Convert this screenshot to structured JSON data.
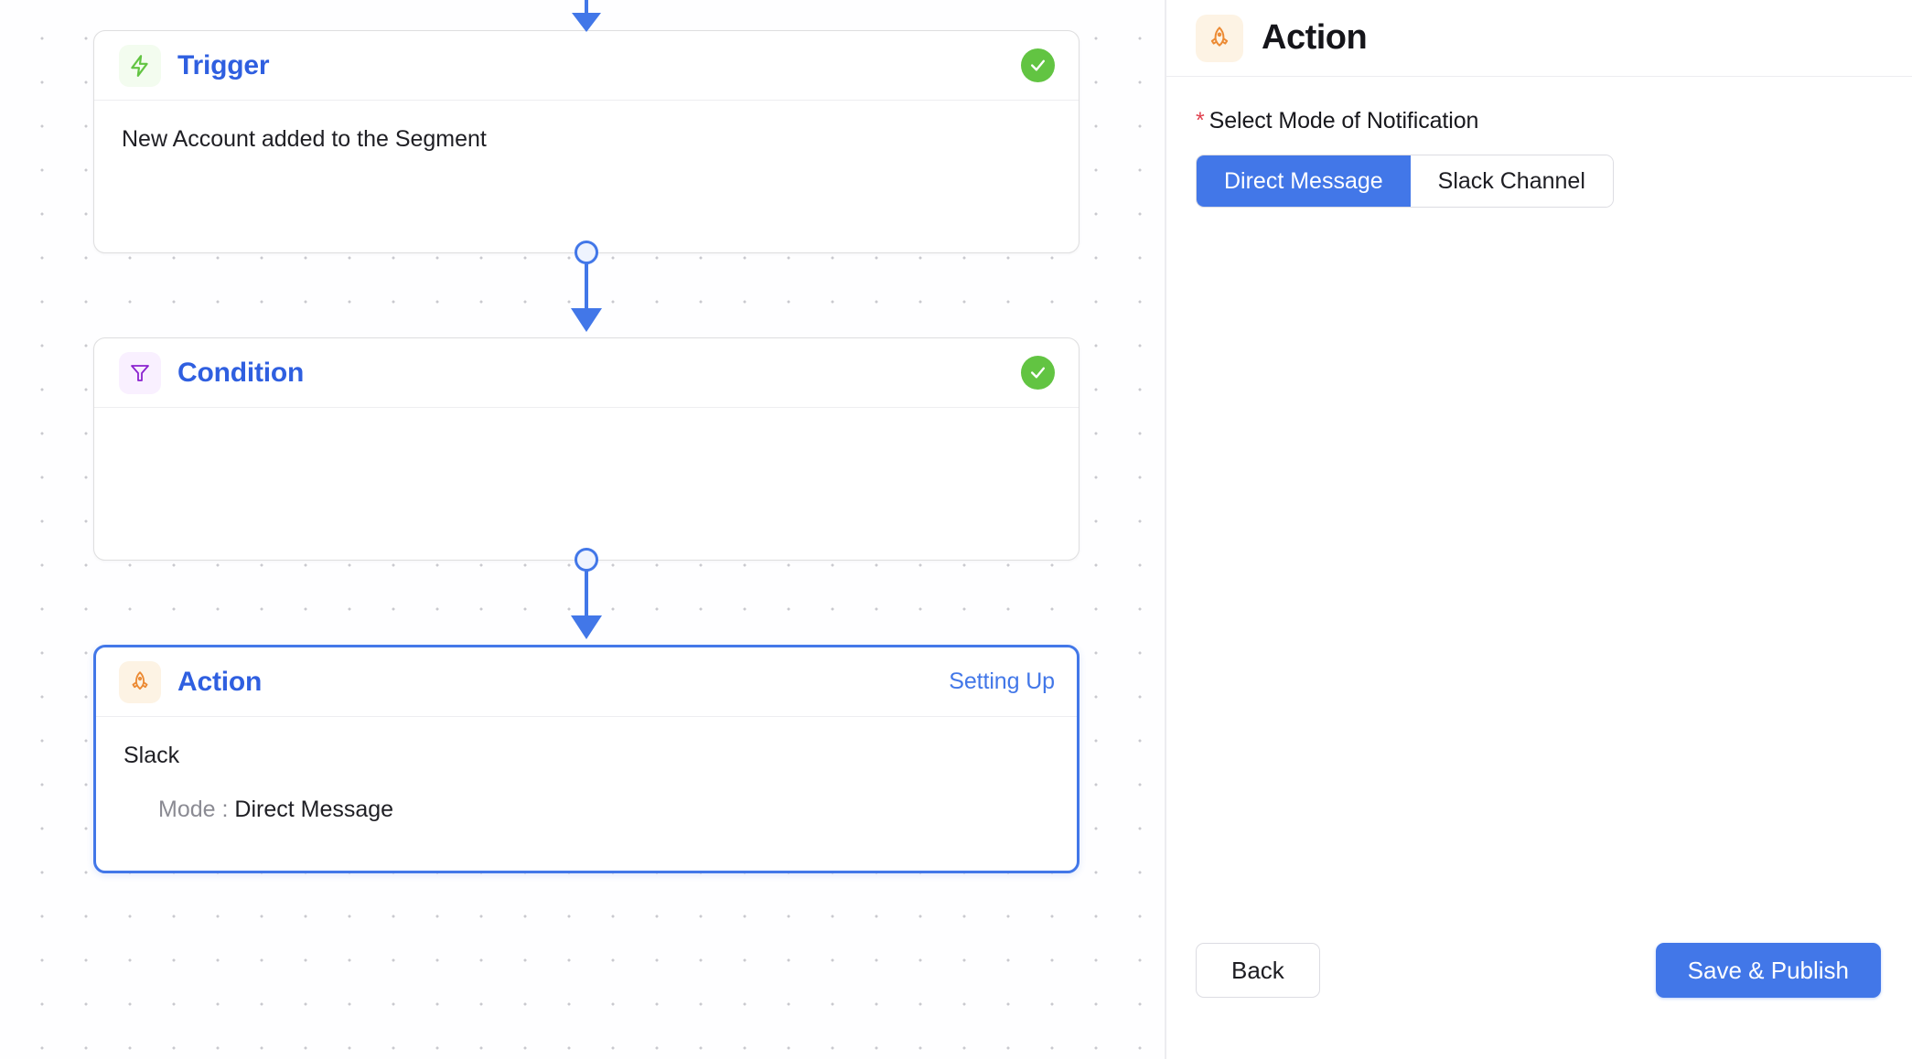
{
  "canvas": {
    "nodes": [
      {
        "id": "trigger",
        "icon_name": "lightning-bolt-icon",
        "title": "Trigger",
        "status_type": "check",
        "body": "New Account added to the Segment",
        "sub_key": "",
        "sub_value": ""
      },
      {
        "id": "condition",
        "icon_name": "funnel-icon",
        "title": "Condition",
        "status_type": "check",
        "body": "",
        "sub_key": "",
        "sub_value": ""
      },
      {
        "id": "action",
        "icon_name": "rocket-icon",
        "title": "Action",
        "status_type": "link",
        "status_label": "Setting Up",
        "body": "Slack",
        "sub_key": "Mode :",
        "sub_value": "Direct Message"
      }
    ]
  },
  "panel": {
    "icon_name": "rocket-icon",
    "title": "Action",
    "field": {
      "required_marker": "*",
      "label": "Select Mode of Notification",
      "options": [
        {
          "label": "Direct Message",
          "selected": true
        },
        {
          "label": "Slack Channel",
          "selected": false
        }
      ]
    },
    "footer": {
      "back_label": "Back",
      "save_label": "Save & Publish"
    }
  },
  "colors": {
    "accent_blue": "#4277e8",
    "title_blue": "#2f5fe0",
    "success_green": "#62c442",
    "trigger_icon": "#62c442",
    "condition_icon": "#8b23cf",
    "action_icon": "#ec8a33",
    "required_red": "#e0414f"
  }
}
